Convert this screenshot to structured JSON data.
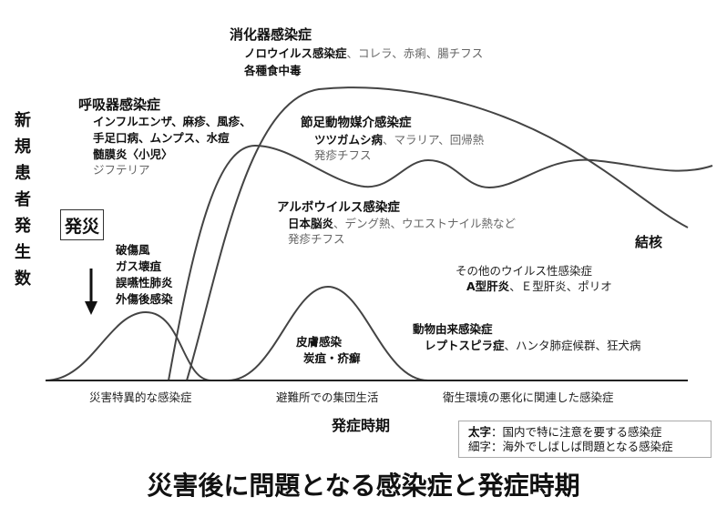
{
  "y_axis_label": "新規患者発生数",
  "onset_label": "発災",
  "x_axis_label": "発症時期",
  "phases": [
    "災害特異的な感染症",
    "避難所での集団生活",
    "衛生環境の悪化に関連した感染症"
  ],
  "groups": {
    "gi": {
      "title": "消化器感染症",
      "line1_bold": "ノロウイルス感染症",
      "line1_thin": "、コレラ、赤痢、腸チフス",
      "line2_bold": "各種食中毒"
    },
    "respiratory": {
      "title": "呼吸器感染症",
      "line1": "インフルエンザ、麻疹、風疹、",
      "line2": "手足口病、ムンプス、水痘",
      "line3": "髄膜炎〈小児〉",
      "line4_thin": "ジフテリア"
    },
    "arthropod": {
      "title": "節足動物媒介感染症",
      "line1_bold": "ツツガムシ病",
      "line1_thin": "、マラリア、回帰熱",
      "line2_thin": "発疹チフス"
    },
    "arbo": {
      "title": "アルボウイルス感染症",
      "line1_bold": "日本脳炎",
      "line1_thin": "、デング熱、ウエストナイル熱など",
      "line2_thin": "発疹チフス"
    },
    "trauma": {
      "items": [
        "破傷風",
        "ガス壊疽",
        "誤嚥性肺炎",
        "外傷後感染"
      ]
    },
    "tb": {
      "title": "結核"
    },
    "other_viral": {
      "title": "その他のウイルス性感染症",
      "line1_bold": "A型肝炎",
      "line1_thin": "、Ｅ型肝炎、ポリオ"
    },
    "zoonotic": {
      "title": "動物由来感染症",
      "line1_bold": "レプトスピラ症",
      "line1_thin": "、ハンタ肺症候群、狂犬病"
    },
    "skin": {
      "title": "皮膚感染",
      "line1": "炭疽・疥癬"
    }
  },
  "legend": {
    "bold_key": "太字",
    "bold_desc": "：国内で特に注意を要する感染症",
    "thin_key": "細字",
    "thin_desc": "：海外でしばしば問題となる感染症"
  },
  "title": "災害後に問題となる感染症と発症時期"
}
